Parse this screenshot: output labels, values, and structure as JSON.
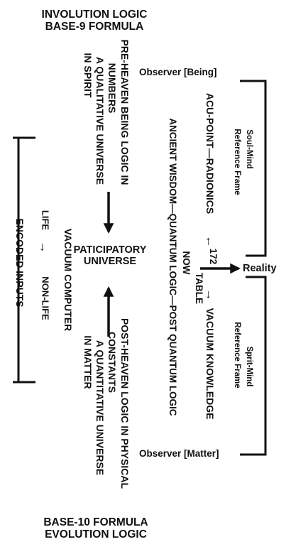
{
  "top": {
    "line1": "INVOLUTION LOGIC",
    "line2": "BASE-9 FORMULA"
  },
  "bottom": {
    "line1": "BASE-10 FORMULA",
    "line2": "EVOLUTION LOGIC"
  },
  "observer_being": "Observer [Being]",
  "observer_matter": "Observer [Matter]",
  "reality": "Reality",
  "participatory": {
    "line1": "PATICIPATORY",
    "line2": "UNIVERSE"
  },
  "pre_heaven": {
    "line1": "PRE-HEAVEN BEING LOGIC IN",
    "line2": "NUMBERS",
    "line3": "A QUALITATIVE UNIVERSE",
    "line4": "IN SPIRIT"
  },
  "post_heaven": {
    "line1": "POST-HEAVEN LOGIC IN PHYSICAL",
    "line2": "CONSTANTS",
    "line3": "A QUANTITATIVE UNIVERSE",
    "line4": "IN MATTER"
  },
  "left": {
    "encoded_inputs": "ENCODED INPUTS",
    "life": "LIFE",
    "arrow": "→",
    "non_life": "NON-LIFE",
    "vacuum_computer": "VACUUM COMPUTER"
  },
  "right": {
    "acu_point": "ACU-POINT—RADIONICS",
    "arrow_left": "←",
    "num": "172",
    "arrow_right": "→",
    "vacuum_knowledge": "VACUUM KNOWLEDGE",
    "table": "TABLE",
    "now": "NOW",
    "ancient": "ANCIENT WISDOM—QUANTUM LOGIC—POST QUANTUM LOGIC",
    "soul_mind_1": "Soul-Mind",
    "soul_mind_2": "Reference Frame",
    "sprit_mind_1": "Sprit-Mind",
    "sprit_mind_2": "Reference Frame"
  },
  "colors": {
    "ink": "#111111",
    "background": "#ffffff"
  }
}
